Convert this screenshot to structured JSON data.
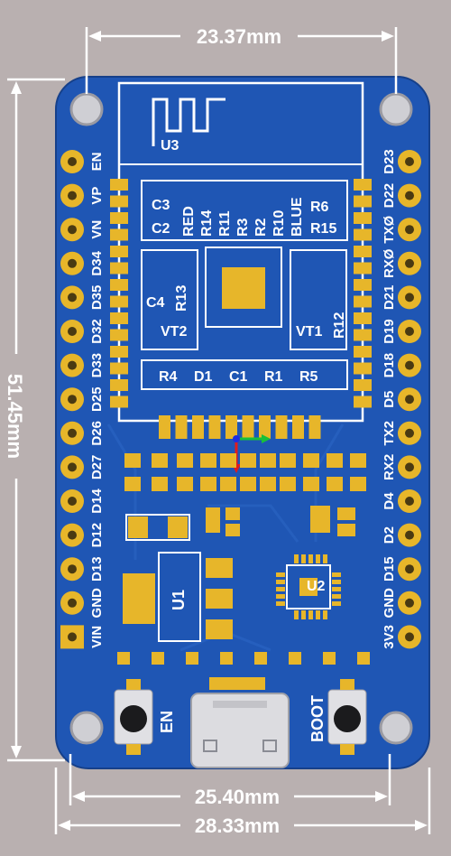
{
  "dimensions": {
    "top_width": "23.37mm",
    "left_height": "51.45mm",
    "bottom_inner_width": "25.40mm",
    "bottom_outer_width": "28.33mm"
  },
  "module": {
    "label": "U3"
  },
  "left_pins": [
    "EN",
    "VP",
    "VN",
    "D34",
    "D35",
    "D32",
    "D33",
    "D25",
    "D26",
    "D27",
    "D14",
    "D12",
    "D13",
    "GND",
    "VIN"
  ],
  "right_pins": [
    "D23",
    "D22",
    "TXØ",
    "RXØ",
    "D21",
    "D19",
    "D18",
    "D5",
    "TX2",
    "RX2",
    "D4",
    "D2",
    "D15",
    "GND",
    "3V3"
  ],
  "silkscreen": {
    "c3": "C3",
    "c2": "C2",
    "red": "RED",
    "r14": "R14",
    "r11": "R11",
    "r3": "R3",
    "r2": "R2",
    "r10": "R10",
    "blue": "BLUE",
    "r6": "R6",
    "r15": "R15",
    "c4": "C4",
    "r13": "R13",
    "vt2": "VT2",
    "vt1": "VT1",
    "r12": "R12",
    "r4": "R4",
    "d1": "D1",
    "c1": "C1",
    "r1": "R1",
    "r5": "R5",
    "u1": "U1",
    "u2": "U2"
  },
  "buttons": {
    "en_label": "EN",
    "boot_label": "BOOT"
  },
  "colors": {
    "board": "#1f56b4",
    "pad": "#e7b62a",
    "silk": "#ffffff",
    "background": "#b9b0b0"
  }
}
